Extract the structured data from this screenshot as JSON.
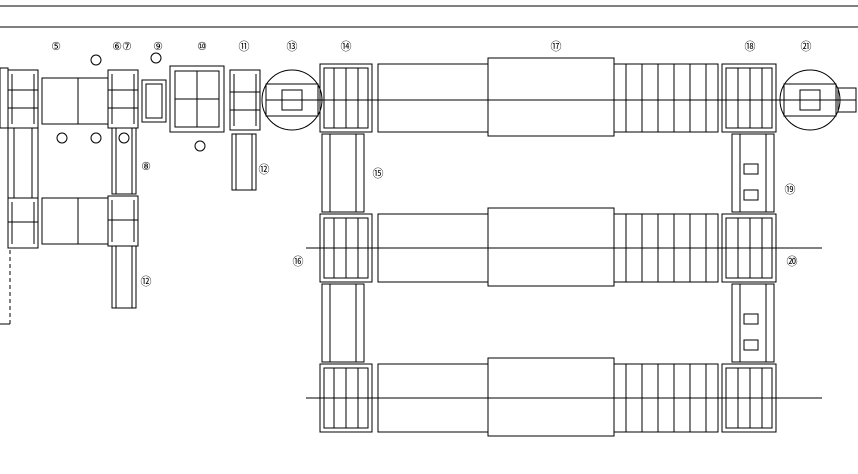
{
  "drawing": {
    "type": "conveyor-line-layout",
    "line_color": "#000000",
    "background": "#ffffff",
    "callouts": [
      "⑤",
      "⑥⑦",
      "⑧",
      "⑨",
      "⑩",
      "⑪",
      "⑫",
      "⑬",
      "⑭",
      "⑮",
      "⑯",
      "⑰",
      "⑱",
      "⑲",
      "⑳",
      "㉑"
    ],
    "callout_text": {
      "c5": "⑤",
      "c67": "⑥⑦",
      "c8": "⑧",
      "c9": "⑨",
      "c10": "⑩",
      "c11": "⑪",
      "c12a": "⑫",
      "c12b": "⑫",
      "c13": "⑬",
      "c14": "⑭",
      "c15": "⑮",
      "c16": "⑯",
      "c17": "⑰",
      "c18": "⑱",
      "c19": "⑲",
      "c20": "⑳",
      "c21": "㉑"
    }
  }
}
